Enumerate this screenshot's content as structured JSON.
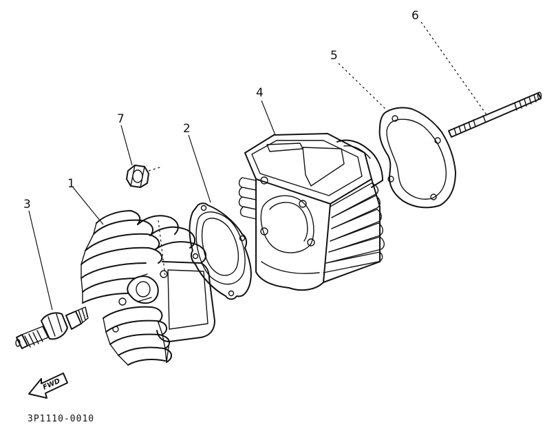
{
  "diagram": {
    "figure_code": "3P1110-0010",
    "direction_arrow_text": "FWD",
    "callouts": [
      {
        "number": "1",
        "part": "cylinder-head"
      },
      {
        "number": "2",
        "part": "cylinder-head-gasket"
      },
      {
        "number": "3",
        "part": "spark-plug"
      },
      {
        "number": "4",
        "part": "cylinder"
      },
      {
        "number": "5",
        "part": "cylinder-gasket"
      },
      {
        "number": "6",
        "part": "stud-bolt"
      },
      {
        "number": "7",
        "part": "nut"
      }
    ]
  }
}
